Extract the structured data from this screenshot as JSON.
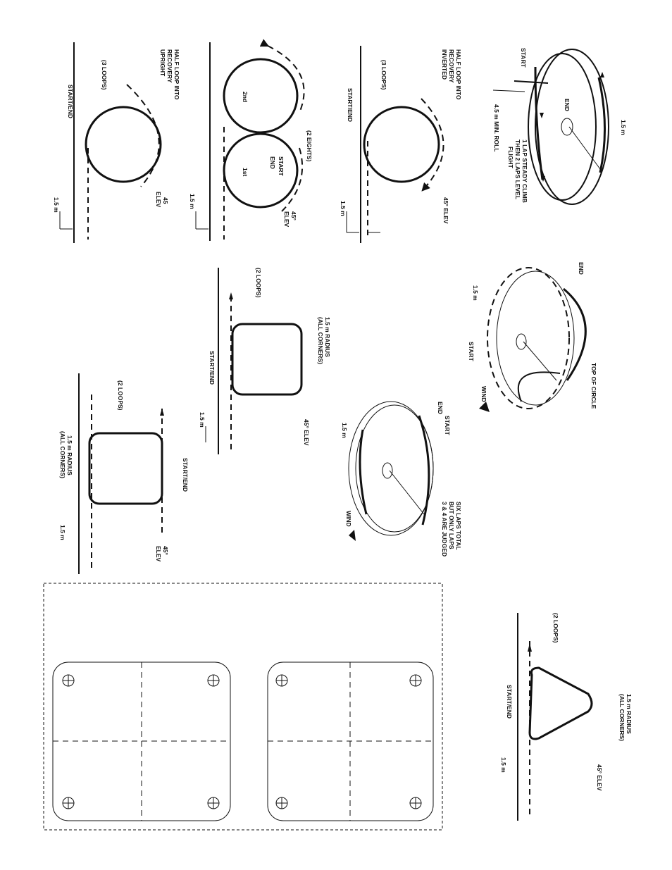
{
  "diagrams": {
    "circle_climb": {
      "start": "START",
      "end": "END",
      "climb_note": [
        "1 LAP STEADY CLIMB",
        "THEN 2 LAPS LEVEL",
        "FLIGHT"
      ],
      "roll_note": "4.5 m MIN. ROLL",
      "height": "1.5 m"
    },
    "half_loop_inverted": {
      "title": [
        "HALF LOOP INTO",
        "RECOVERY",
        "INVERTED"
      ],
      "loops": "(3 LOOPS)",
      "start_end": "START/END",
      "elev": "45° ELEV",
      "height": "1.5 m"
    },
    "half_loop_upright": {
      "title": [
        "HALF LOOP INTO",
        "RECOVERY",
        "UPRIGHT"
      ],
      "loops": "(3 LOOPS)",
      "start_end": "START/END",
      "elev": [
        "45",
        "ELEV"
      ],
      "height": "1.5 m"
    },
    "eights": {
      "label": "(2 EIGHTS)",
      "first": "1st",
      "second": "2nd",
      "start": "START",
      "end": "END",
      "elev": [
        "45°",
        "ELEV"
      ],
      "height": "1.5 m"
    },
    "wingover_circle": {
      "end": "END",
      "start": "START",
      "top": "TOP OF CIRCLE",
      "wind": "WIND",
      "height": "1.5 m"
    },
    "square_inside": {
      "loops": "(2 LOOPS)",
      "radius": [
        "1.5 m RADIUS",
        "(ALL CORNERS)"
      ],
      "start_end": "START/END",
      "elev": "45° ELEV",
      "height": "1.5 m"
    },
    "six_laps": {
      "start_end": [
        "START",
        "END"
      ],
      "note": [
        "SIX LAPS TOTAL",
        "BUT ONLY LAPS",
        "3 & 4 ARE JUDGED"
      ],
      "wind": "WIND",
      "height": "1.5 m"
    },
    "square_outside": {
      "loops": "(2 LOOPS)",
      "radius": [
        "1.5 m RADIUS",
        "(ALL CORNERS)"
      ],
      "start_end": "START/END",
      "elev": [
        "45°",
        "ELEV"
      ],
      "height": "1.5 m"
    },
    "triangle": {
      "loops": "(2 LOOPS)",
      "radius": [
        "1.5 m RADIUS",
        "(ALL CORNERS)"
      ],
      "start_end": "START/END",
      "elev": "45° ELEV",
      "height": "1.5 m"
    }
  }
}
